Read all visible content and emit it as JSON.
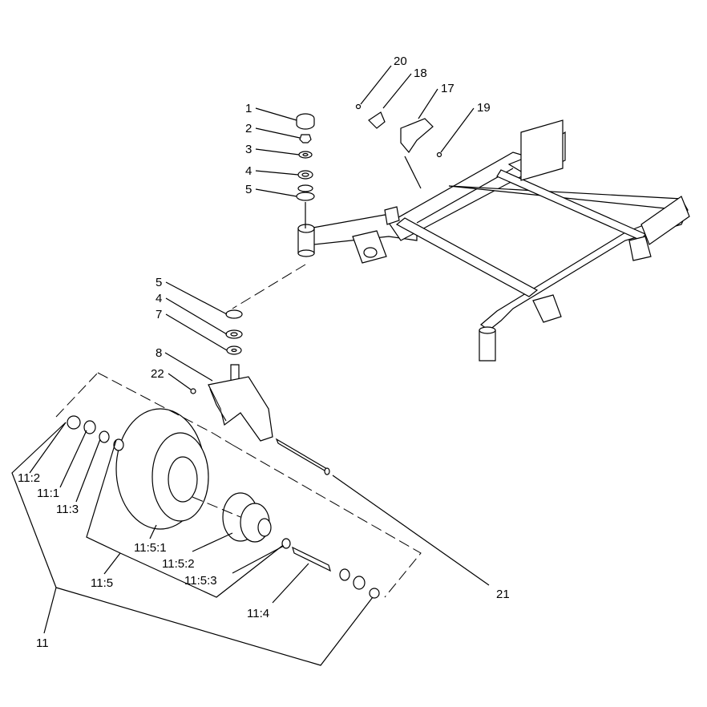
{
  "callouts": [
    {
      "id": "c1",
      "text": "1"
    },
    {
      "id": "c2",
      "text": "2"
    },
    {
      "id": "c3",
      "text": "3"
    },
    {
      "id": "c4a",
      "text": "4"
    },
    {
      "id": "c5a",
      "text": "5"
    },
    {
      "id": "c5b",
      "text": "5"
    },
    {
      "id": "c4b",
      "text": "4"
    },
    {
      "id": "c7",
      "text": "7"
    },
    {
      "id": "c8",
      "text": "8"
    },
    {
      "id": "c22",
      "text": "22"
    },
    {
      "id": "c20",
      "text": "20"
    },
    {
      "id": "c18",
      "text": "18"
    },
    {
      "id": "c17",
      "text": "17"
    },
    {
      "id": "c19",
      "text": "19"
    },
    {
      "id": "c11_2",
      "text": "11:2"
    },
    {
      "id": "c11_1",
      "text": "11:1"
    },
    {
      "id": "c11_3",
      "text": "11:3"
    },
    {
      "id": "c11_5_1",
      "text": "11:5:1"
    },
    {
      "id": "c11_5_2",
      "text": "11:5:2"
    },
    {
      "id": "c11_5_3",
      "text": "11:5:3"
    },
    {
      "id": "c11_5",
      "text": "11:5"
    },
    {
      "id": "c11_4",
      "text": "11:4"
    },
    {
      "id": "c21",
      "text": "21"
    },
    {
      "id": "c11",
      "text": "11"
    }
  ]
}
